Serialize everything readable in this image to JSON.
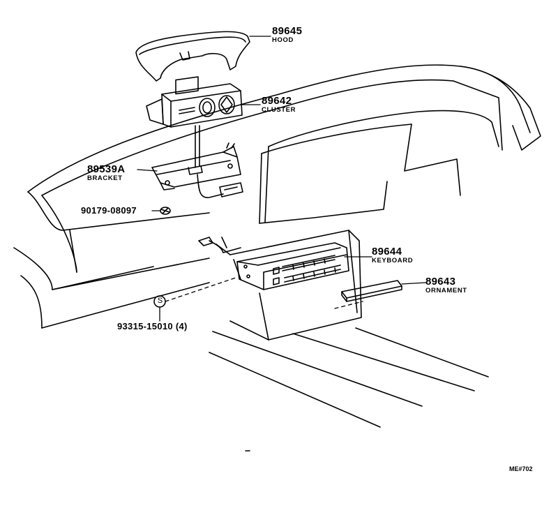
{
  "parts": [
    {
      "id": "hood",
      "number": "89645",
      "name": "HOOD"
    },
    {
      "id": "cluster",
      "number": "89642",
      "name": "CLUSTER"
    },
    {
      "id": "bracket",
      "number": "89539A",
      "name": "BRACKET"
    },
    {
      "id": "screw",
      "number": "90179-08097",
      "name": ""
    },
    {
      "id": "keyboard",
      "number": "89644",
      "name": "KEYBOARD"
    },
    {
      "id": "ornament",
      "number": "89643",
      "name": "ORNAMENT"
    },
    {
      "id": "bolt",
      "number": "93315-15010 (4)",
      "name": ""
    }
  ],
  "symbols": {
    "s_mark": "S"
  },
  "reference_code": "ME#702"
}
